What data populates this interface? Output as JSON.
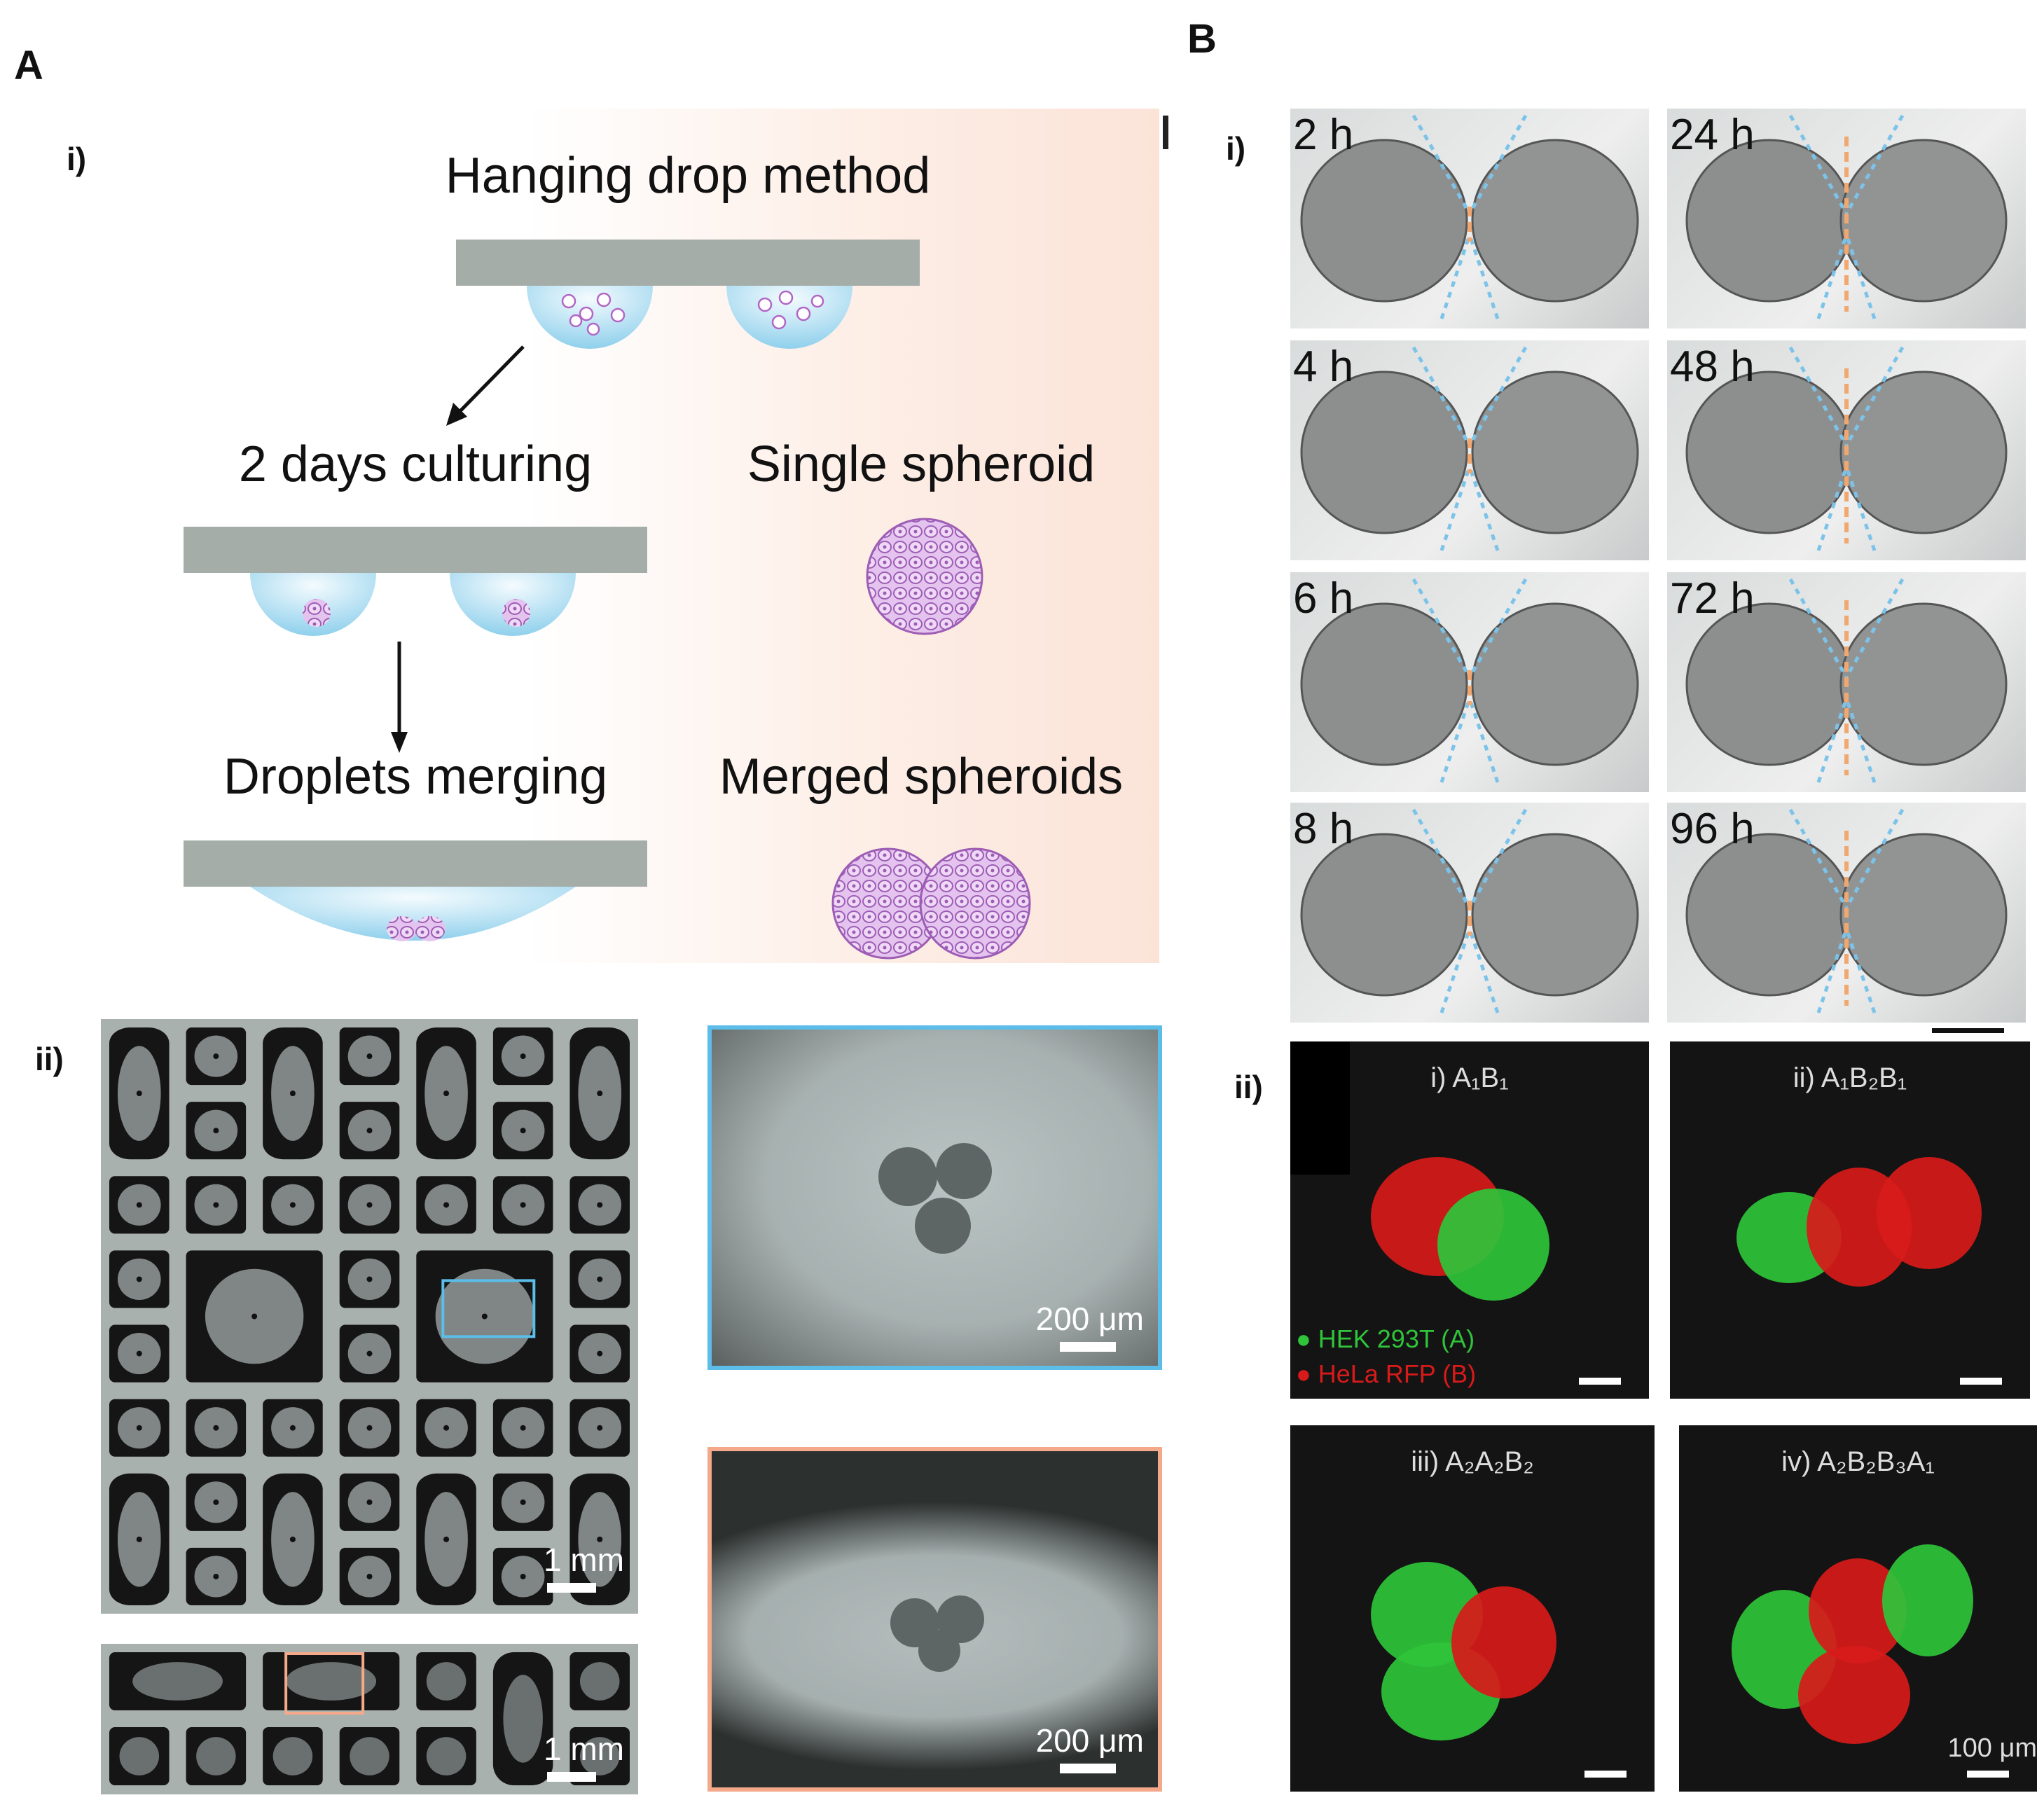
{
  "panel_a": {
    "label": "A",
    "sub_i": "i)",
    "sub_ii": "ii)",
    "schematic": {
      "title": "Hanging drop method",
      "step_culturing": "2 days culturing",
      "single_spheroid": "Single spheroid",
      "step_merging": "Droplets merging",
      "merged_spheroids": "Merged spheroids"
    },
    "array_scale_top": "1 mm",
    "array_scale_bottom": "1 mm",
    "inset_blue_scale": "200 μm",
    "inset_orange_scale": "200 μm",
    "colors": {
      "plate": "#a5ada9",
      "drop": "#bfe6f5",
      "cells": "#d9b3e6",
      "blue_inset": "#5bbde8",
      "orange_inset": "#f4a98a"
    }
  },
  "panel_b": {
    "label": "B",
    "sub_i": "i)",
    "sub_ii": "ii)",
    "timepoints": [
      "2 h",
      "24 h",
      "4 h",
      "48 h",
      "6 h",
      "72 h",
      "8 h",
      "96 h"
    ],
    "fluorescence": [
      {
        "title": "i) A₁B₁"
      },
      {
        "title": "ii) A₁B₂B₁"
      },
      {
        "title": "iii) A₂A₂B₂"
      },
      {
        "title": "iv) A₂B₂B₃A₁"
      }
    ],
    "legend": {
      "a": "HEK 293T (A)",
      "b": "HeLa RFP (B)"
    },
    "scale": "100 μm",
    "colors": {
      "green": "#2fc43a",
      "red": "#d81a1a"
    }
  }
}
